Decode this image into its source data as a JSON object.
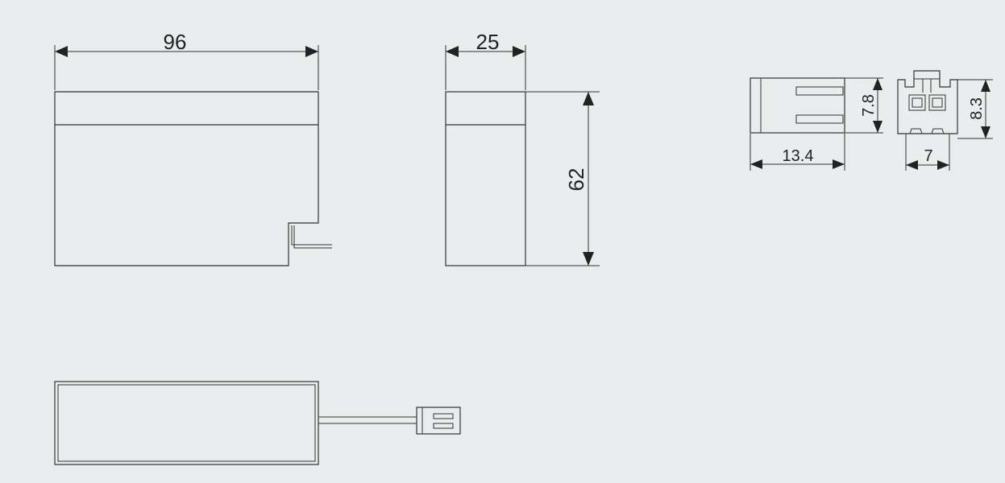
{
  "dimensions": {
    "front_width": "96",
    "side_width": "25",
    "side_height": "62",
    "connector_width": "13.4",
    "connector_height": "7.8",
    "connector_end_height": "8.3",
    "connector_end_width": "7"
  },
  "colors": {
    "background": "#e9eded",
    "line": "#333333"
  }
}
